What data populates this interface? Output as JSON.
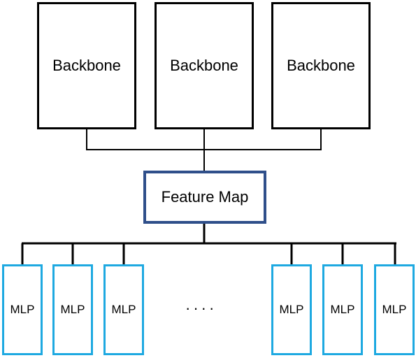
{
  "backbones": [
    "Backbone",
    "Backbone",
    "Backbone"
  ],
  "feature_map": "Feature Map",
  "mlps": [
    "MLP",
    "MLP",
    "MLP",
    "MLP",
    "MLP",
    "MLP"
  ],
  "ellipsis": "····",
  "colors": {
    "feature_border": "#2f4f8a",
    "mlp_border": "#1ea9e1",
    "lines": "#000000"
  }
}
